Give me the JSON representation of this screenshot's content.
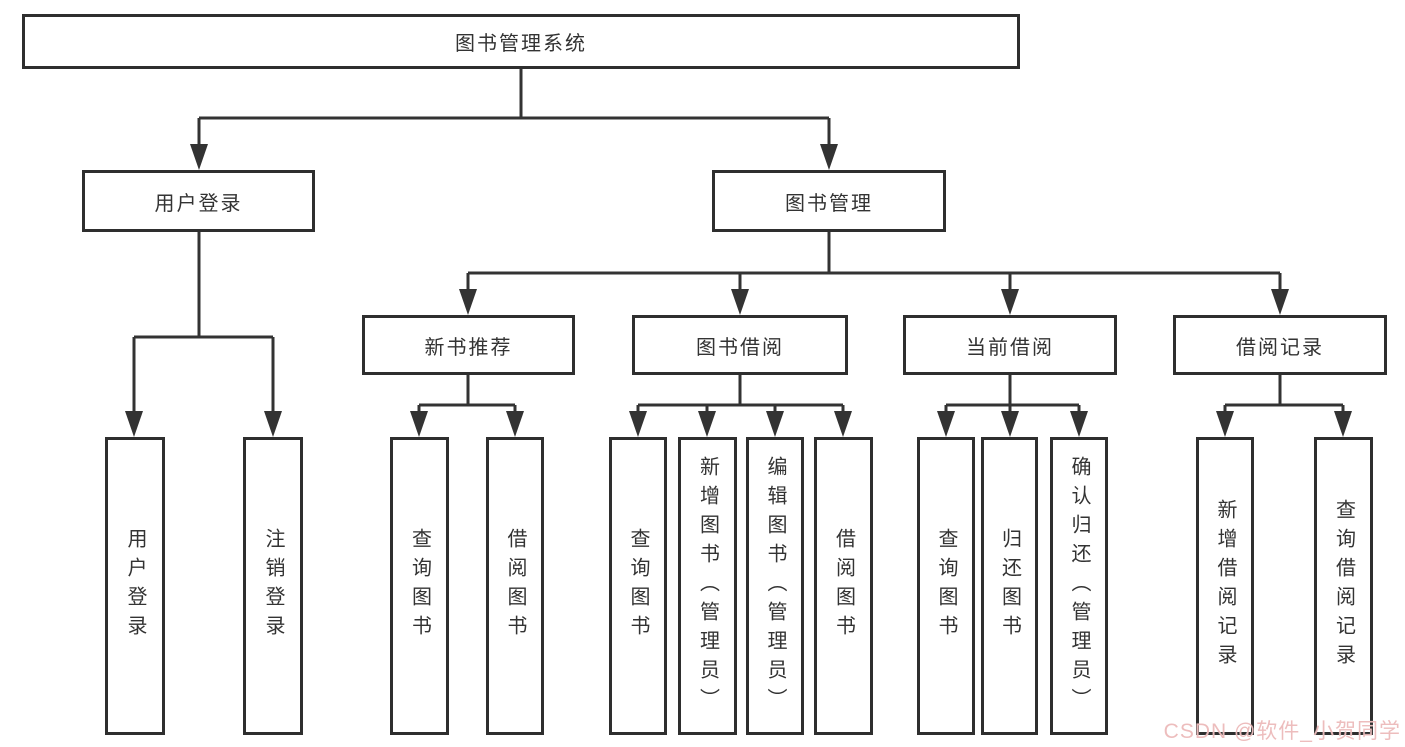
{
  "diagram": {
    "title": "图书管理系统",
    "level1": {
      "user_login": "用户登录",
      "book_mgmt": "图书管理"
    },
    "level2": {
      "new_books": "新书推荐",
      "book_borrow": "图书借阅",
      "current_borrow": "当前借阅",
      "borrow_records": "借阅记录"
    },
    "leaves": {
      "user_login_1": "用户登录",
      "user_login_2": "注销登录",
      "new_books_1": "查询图书",
      "new_books_2": "借阅图书",
      "book_borrow_1": "查询图书",
      "book_borrow_2": "新增图书（管理员）",
      "book_borrow_3": "编辑图书（管理员）",
      "book_borrow_4": "借阅图书",
      "current_borrow_1": "查询图书",
      "current_borrow_2": "归还图书",
      "current_borrow_3": "确认归还（管理员）",
      "borrow_records_1": "新增借阅记录",
      "borrow_records_2": "查询借阅记录"
    }
  },
  "watermark": {
    "text": "CSDN @软件_小贺同学",
    "color": "#ecb7b7"
  },
  "colors": {
    "line": "#333333",
    "box_border": "#2e2e2e",
    "text": "#333333",
    "background": "#ffffff"
  }
}
